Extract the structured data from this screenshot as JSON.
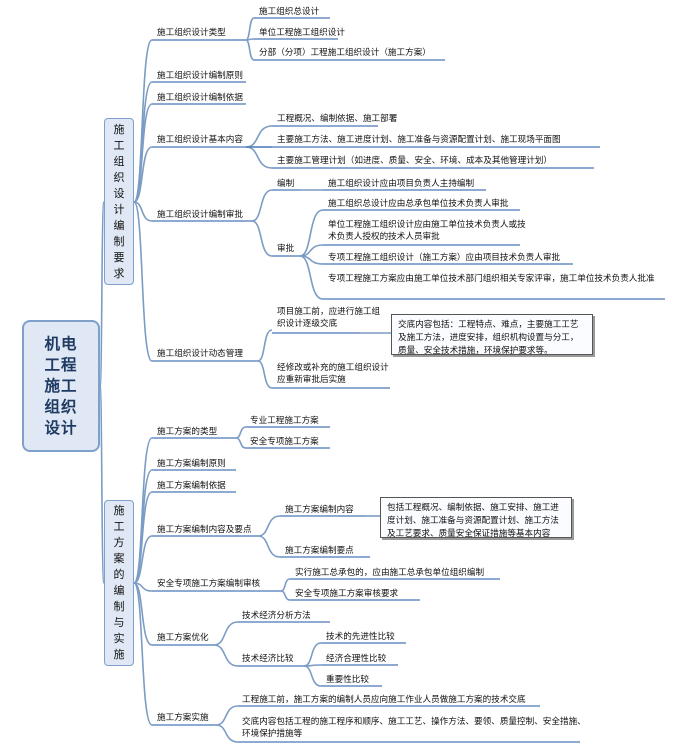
{
  "root": {
    "label": "机电工程施工组织设计"
  },
  "sections": [
    {
      "label": "施工组织设计编制要求",
      "nodes": [
        {
          "label": "施工组织设计类型",
          "children": [
            {
              "label": "施工组织总设计"
            },
            {
              "label": "单位工程施工组织设计"
            },
            {
              "label": "分部（分项）工程施工组织设计（施工方案）"
            }
          ]
        },
        {
          "label": "施工组织设计编制原则"
        },
        {
          "label": "施工组织设计编制依据"
        },
        {
          "label": "施工组织设计基本内容",
          "children": [
            {
              "label": "工程概况、编制依据、施工部署"
            },
            {
              "label": "主要施工方法、施工进度计划、施工准备与资源配置计划、施工现场平面图"
            },
            {
              "label": "主要施工管理计划（如进度、质量、安全、环境、成本及其他管理计划）"
            }
          ]
        },
        {
          "label": "施工组织设计编制审批",
          "children": [
            {
              "label": "编制",
              "children": [
                {
                  "label": "施工组织设计应由项目负责人主持编制"
                }
              ]
            },
            {
              "label": "审批",
              "children": [
                {
                  "label": "施工组织总设计应由总承包单位技术负责人审批"
                },
                {
                  "label": "单位工程施工组织设计应由施工单位技术负责人或技术负责人授权的技术人员审批"
                },
                {
                  "label": "专项工程施工组织设计（施工方案）应由项目技术负责人审批"
                },
                {
                  "label": "专项工程施工方案应由施工单位技术部门组织相关专家评审，施工单位技术负责人批准"
                }
              ]
            }
          ]
        },
        {
          "label": "施工组织设计动态管理",
          "children": [
            {
              "label": "项目施工前，应进行施工组织设计逐级交底",
              "note": "交底内容包括：工程特点、难点，主要施工工艺及施工方法，进度安排，组织机构设置与分工，质量、安全技术措施，环境保护要求等。"
            },
            {
              "label": "经修改或补充的施工组织设计应重新审批后实施"
            }
          ]
        }
      ]
    },
    {
      "label": "施工方案的编制与实施",
      "nodes": [
        {
          "label": "施工方案的类型",
          "children": [
            {
              "label": "专业工程施工方案"
            },
            {
              "label": "安全专项施工方案"
            }
          ]
        },
        {
          "label": "施工方案编制原则"
        },
        {
          "label": "施工方案编制依据"
        },
        {
          "label": "施工方案编制内容及要点",
          "children": [
            {
              "label": "施工方案编制内容",
              "note": "包括工程概况、编制依据、施工安排、施工进度计划、施工准备与资源配置计划、施工方法及工艺要求、质量安全保证措施等基本内容"
            },
            {
              "label": "施工方案编制要点"
            }
          ]
        },
        {
          "label": "安全专项施工方案编制审核",
          "children": [
            {
              "label": "实行施工总承包的，应由施工总承包单位组织编制"
            },
            {
              "label": "安全专项施工方案审核要求"
            }
          ]
        },
        {
          "label": "施工方案优化",
          "children": [
            {
              "label": "技术经济分析方法"
            },
            {
              "label": "技术经济比较",
              "children": [
                {
                  "label": "技术的先进性比较"
                },
                {
                  "label": "经济合理性比较"
                },
                {
                  "label": "重要性比较"
                }
              ]
            }
          ]
        },
        {
          "label": "施工方案实施",
          "children": [
            {
              "label": "工程施工前，施工方案的编制人员应向施工作业人员做施工方案的技术交底"
            },
            {
              "label": "交底内容包括工程的施工程序和顺序、施工工艺、操作方法、要领、质量控制、安全措施、环境保护措施等"
            }
          ]
        }
      ]
    }
  ]
}
